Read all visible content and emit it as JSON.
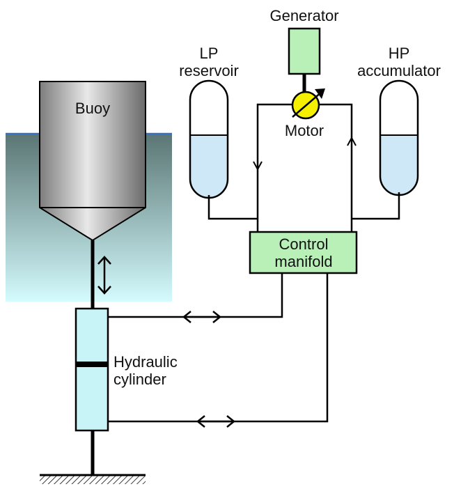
{
  "labels": {
    "generator": "Generator",
    "lp_line1": "LP",
    "lp_line2": "reservoir",
    "hp_line1": "HP",
    "hp_line2": "accumulator",
    "buoy": "Buoy",
    "motor": "Motor",
    "control_line1": "Control",
    "control_line2": "manifold",
    "cyl_line1": "Hydraulic",
    "cyl_line2": "cylinder"
  },
  "colors": {
    "component_fill": "#b9f0b8",
    "fluid": "#cfe8f8",
    "cylinder_fill": "#c8f4f8",
    "motor_fill": "#f4f000",
    "water_top": "#5a7574",
    "water_bottom": "#d4fbfd",
    "water_surface": "#3a6fc0"
  }
}
